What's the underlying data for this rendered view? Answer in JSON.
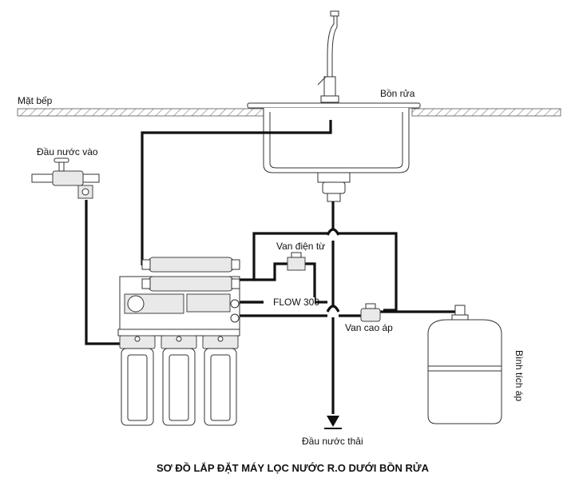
{
  "labels": {
    "countertop": "Mặt bếp",
    "sink": "Bồn rửa",
    "water_inlet": "Đầu nước vào",
    "solenoid_valve": "Van điện từ",
    "flow_restrictor": "FLOW 300",
    "high_pressure_valve": "Van cao áp",
    "pressure_tank": "Bình tích áp",
    "drain": "Đầu nước thải"
  },
  "caption": "SƠ ĐỒ LẮP ĐẶT MÁY LỌC NƯỚC R.O DƯỚI BỒN RỬA",
  "icons": [
    "faucet-icon",
    "valve-icon",
    "drain-symbol-icon",
    "filter-housing-icon",
    "tank-icon"
  ]
}
